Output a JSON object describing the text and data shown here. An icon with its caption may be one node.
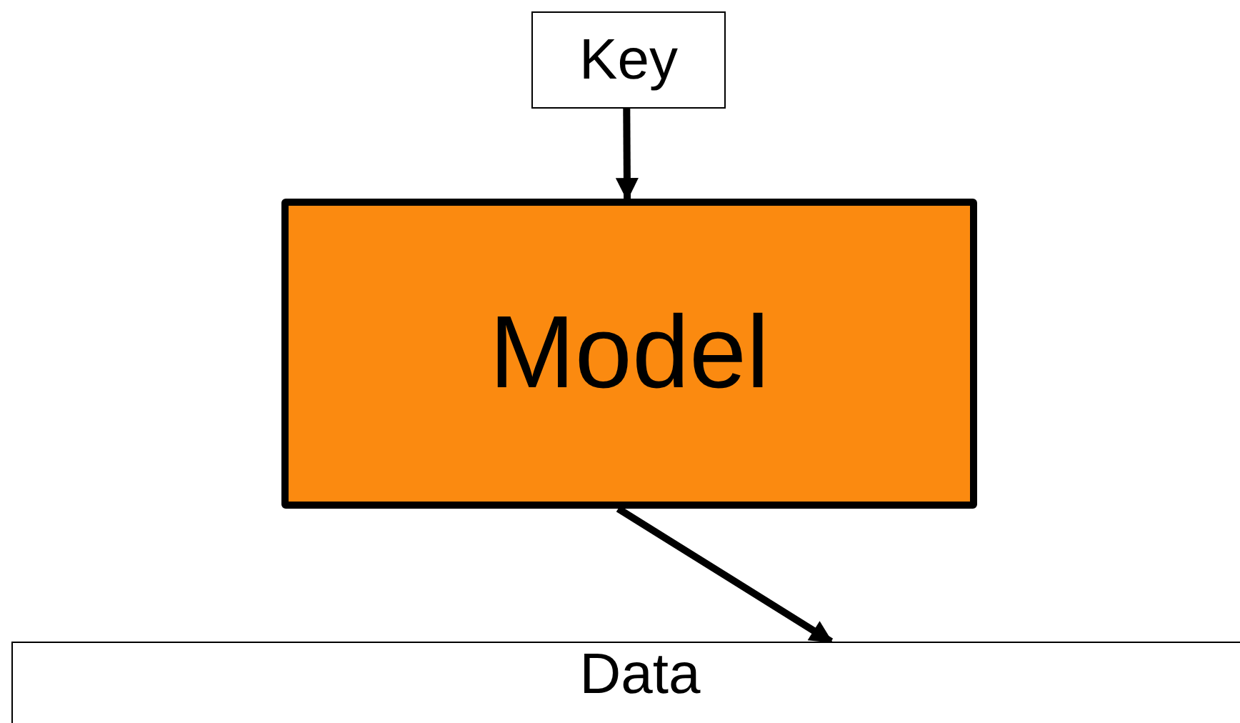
{
  "diagram": {
    "nodes": [
      {
        "text": [
          "Key"
        ]
      },
      {
        "text": [
          "Model"
        ]
      },
      {
        "text": [
          "Data"
        ]
      }
    ],
    "edges": [
      {
        "from": 0,
        "to": 1,
        "arrow": "to"
      },
      {
        "from": 1,
        "to": 2,
        "arrow": "to"
      }
    ]
  }
}
